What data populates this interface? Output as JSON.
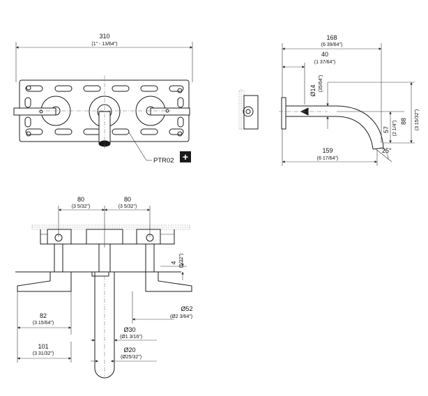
{
  "front_view": {
    "width_value": "310",
    "width_imperial": "(1\" - 13/64\")",
    "accessory_code": "PTR02",
    "accessory_symbol": "+"
  },
  "side_view": {
    "total_depth": "168",
    "total_depth_imperial": "(6 39/64\")",
    "offset": "40",
    "offset_imperial": "(1 37/64\")",
    "spout_diameter": "Ø14",
    "spout_diameter_imperial": "(35/64\")",
    "spout_reach": "159",
    "spout_reach_imperial": "(6 17/64\")",
    "height_57": "57",
    "height_57_imperial": "(2 1/4\")",
    "height_88": "88",
    "height_88_imperial": "(3 15/32\")",
    "angle": "25°"
  },
  "bottom_view": {
    "spacing_left": "80",
    "spacing_left_imperial": "(3 5/32\")",
    "spacing_right": "80",
    "spacing_right_imperial": "(3 5/32\")",
    "depth_4": "4",
    "depth_4_imperial": "(5/32\")",
    "dim_82": "82",
    "dim_82_imperial": "(3 15/64\")",
    "dim_101": "101",
    "dim_101_imperial": "(3 31/32\")",
    "dia_52": "Ø52",
    "dia_52_imperial": "(Ø2 3/64\")",
    "dia_30": "Ø30",
    "dia_30_imperial": "(Ø1 3/16\")",
    "dia_20": "Ø20",
    "dia_20_imperial": "(Ø25/32\")"
  }
}
